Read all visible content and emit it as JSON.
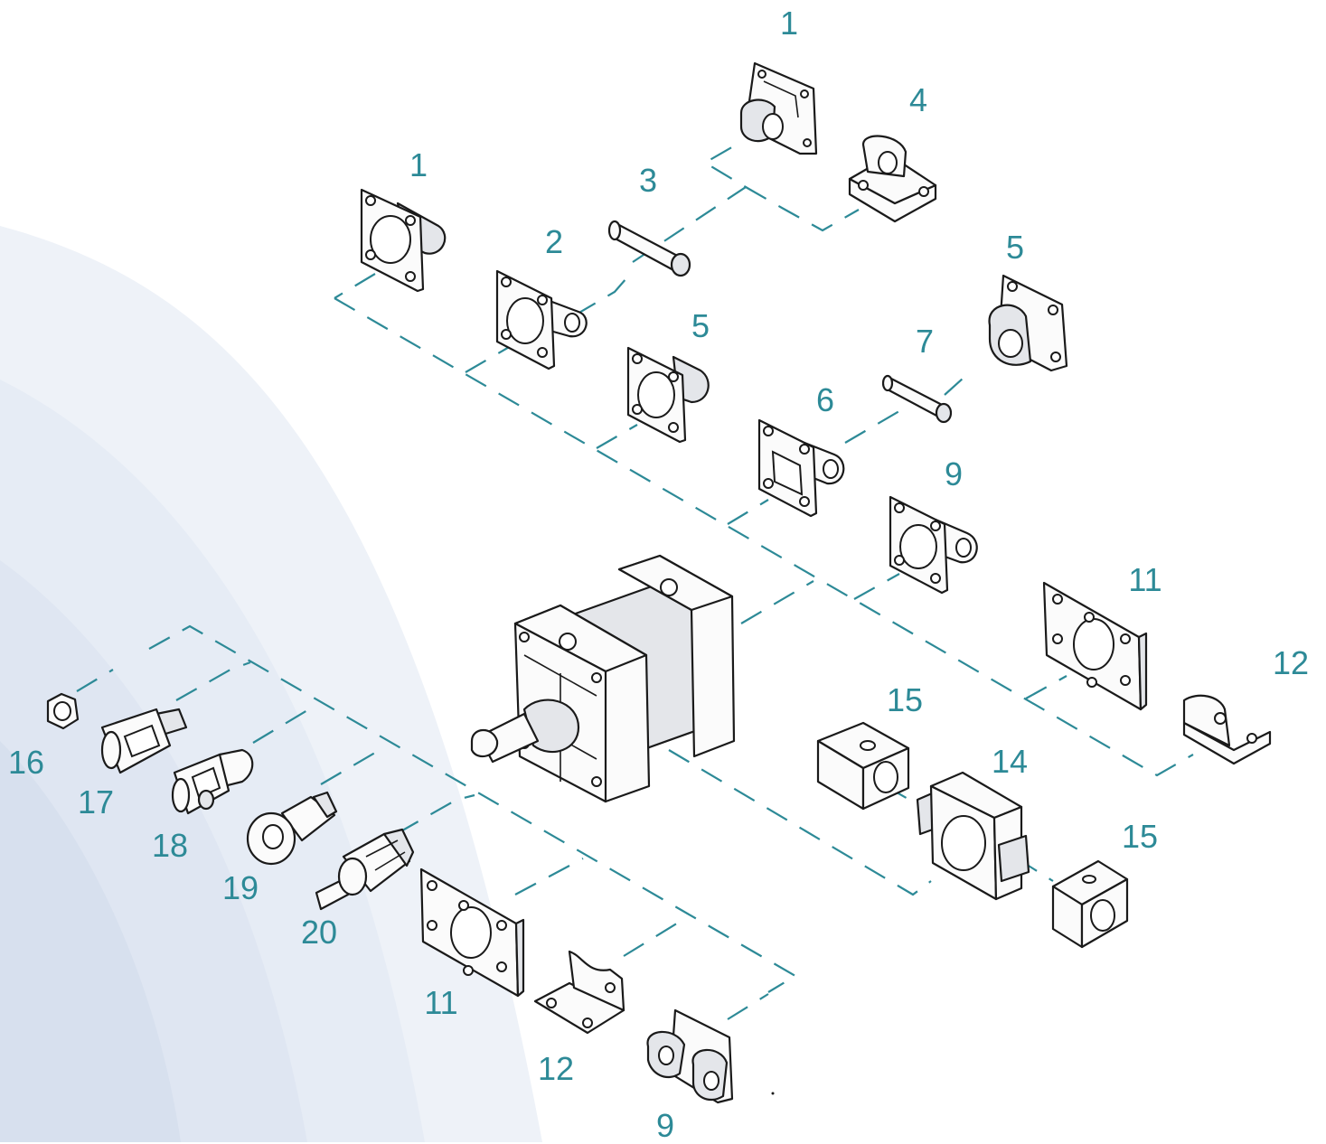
{
  "colors": {
    "callout": "#2d8a97",
    "leader": "#2d8a97",
    "background_swirl": "#dfe6f2",
    "line_art": "#1a1a1a"
  },
  "callouts": [
    {
      "id": "c1a",
      "label": "1"
    },
    {
      "id": "c4",
      "label": "4"
    },
    {
      "id": "c1b",
      "label": "1"
    },
    {
      "id": "c3",
      "label": "3"
    },
    {
      "id": "c2",
      "label": "2"
    },
    {
      "id": "c5a",
      "label": "5"
    },
    {
      "id": "c5b",
      "label": "5"
    },
    {
      "id": "c7",
      "label": "7"
    },
    {
      "id": "c6",
      "label": "6"
    },
    {
      "id": "c9a",
      "label": "9"
    },
    {
      "id": "c11a",
      "label": "11"
    },
    {
      "id": "c12a",
      "label": "12"
    },
    {
      "id": "c15a",
      "label": "15"
    },
    {
      "id": "c14",
      "label": "14"
    },
    {
      "id": "c15b",
      "label": "15"
    },
    {
      "id": "c16",
      "label": "16"
    },
    {
      "id": "c17",
      "label": "17"
    },
    {
      "id": "c18",
      "label": "18"
    },
    {
      "id": "c19",
      "label": "19"
    },
    {
      "id": "c20",
      "label": "20"
    },
    {
      "id": "c11b",
      "label": "11"
    },
    {
      "id": "c12b",
      "label": "12"
    },
    {
      "id": "c9b",
      "label": "9"
    }
  ],
  "parts": [
    {
      "callout": "1",
      "icon": "rear-flange-clevis-icon"
    },
    {
      "callout": "2",
      "icon": "rear-clevis-mount-icon"
    },
    {
      "callout": "3",
      "icon": "pivot-pin-icon"
    },
    {
      "callout": "4",
      "icon": "clevis-bracket-icon"
    },
    {
      "callout": "5",
      "icon": "swivel-eye-mount-icon"
    },
    {
      "callout": "6",
      "icon": "rear-eye-mount-icon"
    },
    {
      "callout": "7",
      "icon": "pivot-pin-small-icon"
    },
    {
      "callout": "9",
      "icon": "swivel-eye-icon"
    },
    {
      "callout": "11",
      "icon": "flange-plate-icon"
    },
    {
      "callout": "12",
      "icon": "foot-mount-icon"
    },
    {
      "callout": "14",
      "icon": "trunnion-mount-icon"
    },
    {
      "callout": "15",
      "icon": "trunnion-support-block-icon"
    },
    {
      "callout": "16",
      "icon": "hex-nut-icon"
    },
    {
      "callout": "17",
      "icon": "rod-clevis-icon"
    },
    {
      "callout": "18",
      "icon": "rod-clevis-with-pin-icon"
    },
    {
      "callout": "19",
      "icon": "rod-eye-icon"
    },
    {
      "callout": "20",
      "icon": "floating-joint-icon"
    },
    {
      "callout": "",
      "icon": "pneumatic-cylinder-icon"
    }
  ]
}
